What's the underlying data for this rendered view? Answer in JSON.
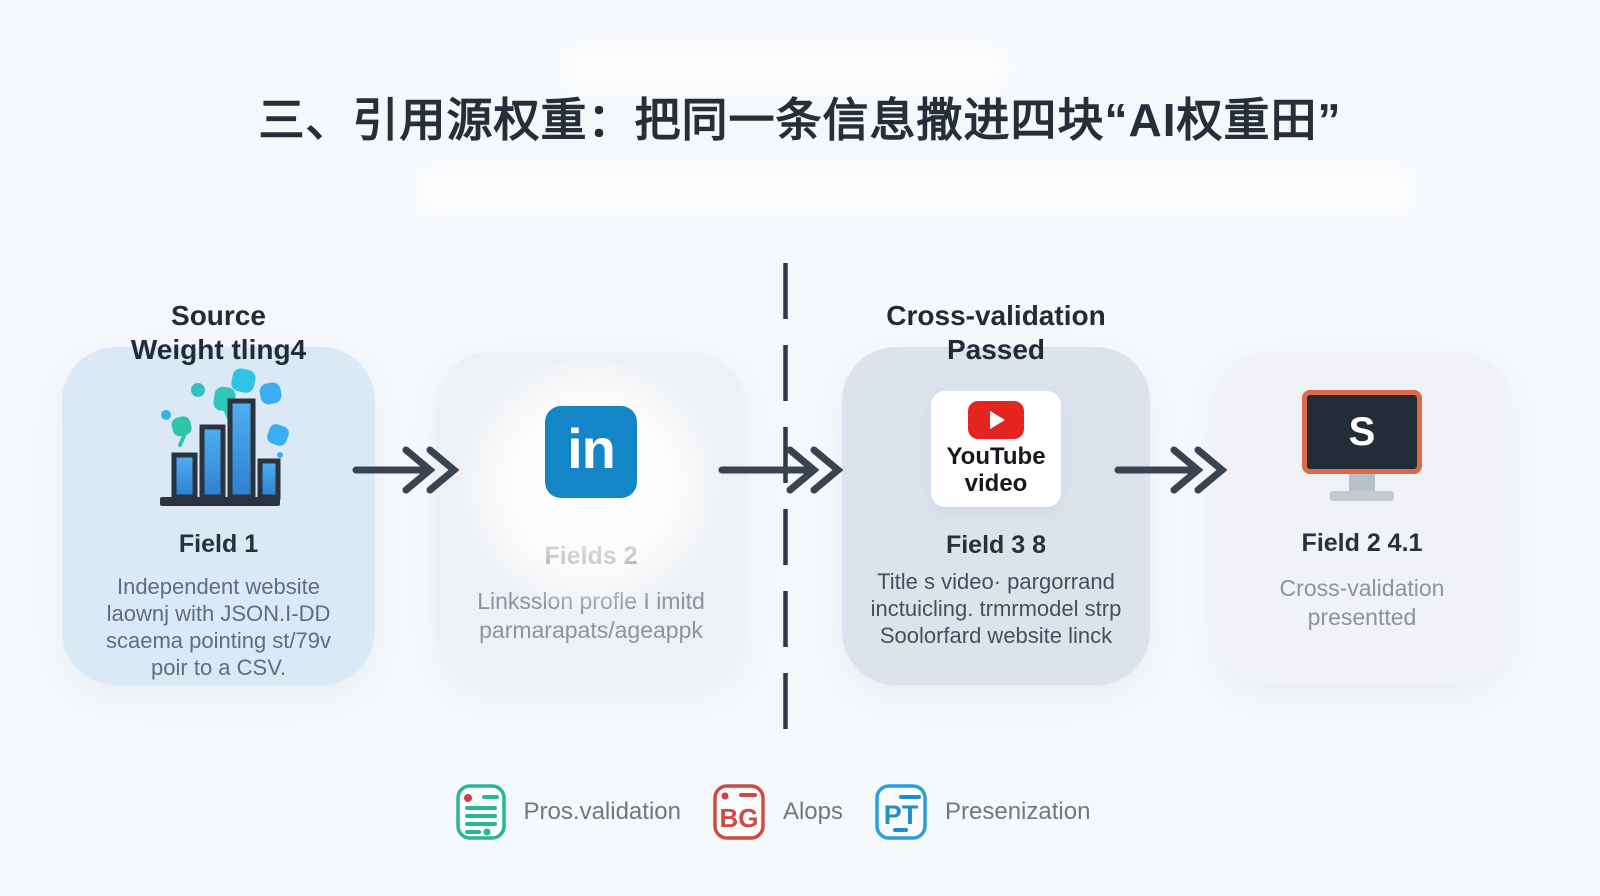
{
  "title": {
    "part1": "三、引用源权重：把同一条信息撒进四块",
    "part2": "“AI权重田”"
  },
  "cards": [
    {
      "overline": "Source\nWeight tling4",
      "icon": "bar-chart-confetti-icon",
      "name": "Field 1",
      "description": "Independent website\nlaownj with JSON.I-DD\nscaema pointing st/79v\npoir to a CSV."
    },
    {
      "overline": "",
      "icon": "linkedin-icon",
      "icon_text": "in",
      "name": "Fields 2",
      "description": "Linksslon profle I imitd\nparmarapats/ageappk"
    },
    {
      "overline": "Cross-validation\nPassed",
      "icon": "youtube-icon",
      "icon_caption": "YouTube\nvideo",
      "name": "Field 3 8",
      "description": "Title s video· pargorrand\ninctuicling. trmrmodel strp\nSoolorfard website linck"
    },
    {
      "overline": "",
      "icon": "monitor-icon",
      "icon_text": "S",
      "name": "Field 2 4.1",
      "description": "Cross-validation\npresentted"
    }
  ],
  "legend": {
    "items": [
      {
        "icon": "document-checklist-icon",
        "badge_text": "",
        "label": "Pros.validation"
      },
      {
        "icon": "bg-badge-icon",
        "badge_text": "BG",
        "label": "Alops"
      },
      {
        "icon": "pt-badge-icon",
        "badge_text": "PT",
        "label": "Presenization"
      }
    ]
  },
  "colors": {
    "background": "#f5f8fb",
    "title_text": "#262e3a",
    "card1_bg": "#dbe9f7",
    "card2_bg": "#eef1f4",
    "card3_bg": "#dce3ed",
    "card4_bg": "#f0f2f6",
    "arrow": "#3a4350",
    "linkedin_blue": "#1486c8",
    "youtube_red": "#e52521",
    "monitor_orange": "#dd6a4b",
    "legend_teal": "#28b793",
    "legend_red": "#cf4b41",
    "legend_blue": "#2d9fd8"
  }
}
